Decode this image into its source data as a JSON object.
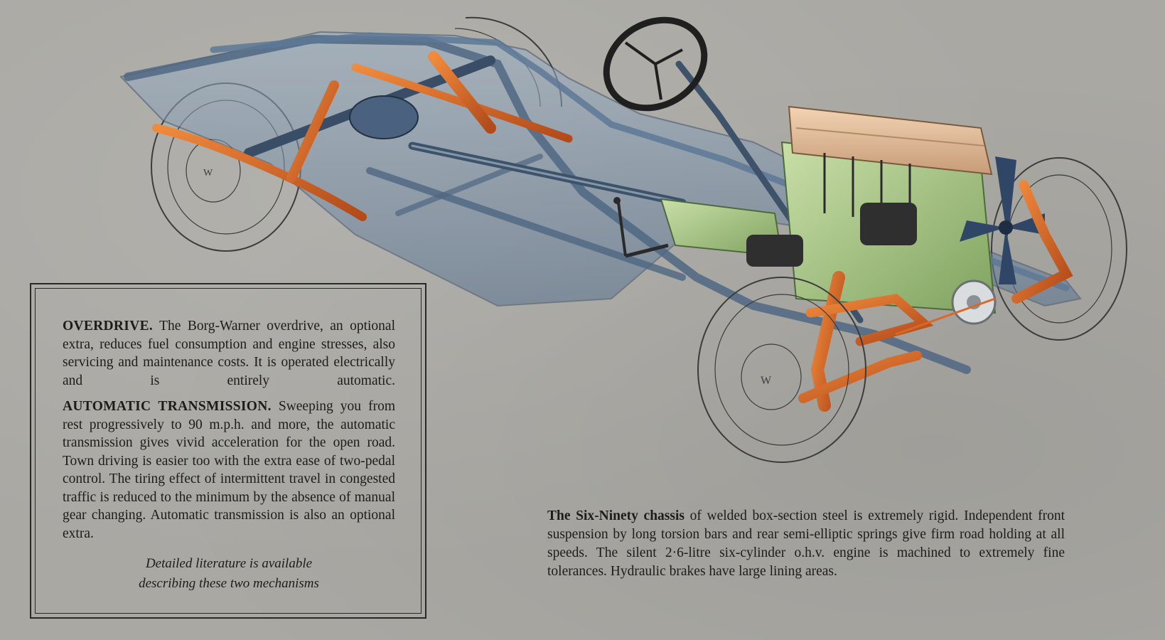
{
  "info_box": {
    "overdrive": {
      "heading": "OVERDRIVE.",
      "text": "The Borg-Warner overdrive, an optional extra, reduces fuel consumption and engine stresses, also servicing and maintenance costs. It is operated electrically and is entirely automatic."
    },
    "automatic": {
      "heading": "AUTOMATIC TRANSMISSION.",
      "text": "Sweeping you from rest progressively to 90 m.p.h. and more, the automatic transmission gives vivid acceleration for the open road. Town driving is easier too with the extra ease of two-pedal control. The tiring effect of intermittent travel in congested traffic is reduced to the minimum by the absence of manual gear changing. Automatic transmission is also an optional extra."
    },
    "note_line1": "Detailed literature is available",
    "note_line2": "describing these two mechanisms"
  },
  "caption": {
    "heading": "The Six-Ninety chassis",
    "text": "of welded box-section steel is extremely rigid. Independent front suspension by long torsion bars and rear semi-elliptic springs give firm road holding at all speeds. The silent 2·6-litre six-cylinder o.h.v. engine is machined to extremely fine tolerances. Hydraulic brakes have large lining areas."
  },
  "colors": {
    "background": "#a9a8a3",
    "frame": "#6f86a0",
    "suspension_copper": "#d9692a",
    "engine_green": "#a9c78a",
    "text": "#1d1c1a"
  }
}
